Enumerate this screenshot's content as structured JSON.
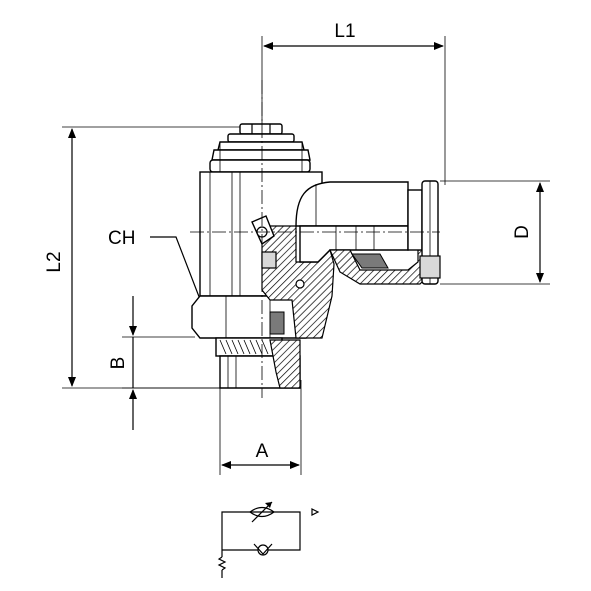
{
  "labels": {
    "L1": "L1",
    "L2": "L2",
    "D": "D",
    "CH": "CH",
    "A": "A",
    "B": "B"
  },
  "colors": {
    "line": "#000000",
    "background": "#ffffff",
    "section_fill": "#d8d8d8",
    "dark_fill": "#7a7a7a"
  }
}
